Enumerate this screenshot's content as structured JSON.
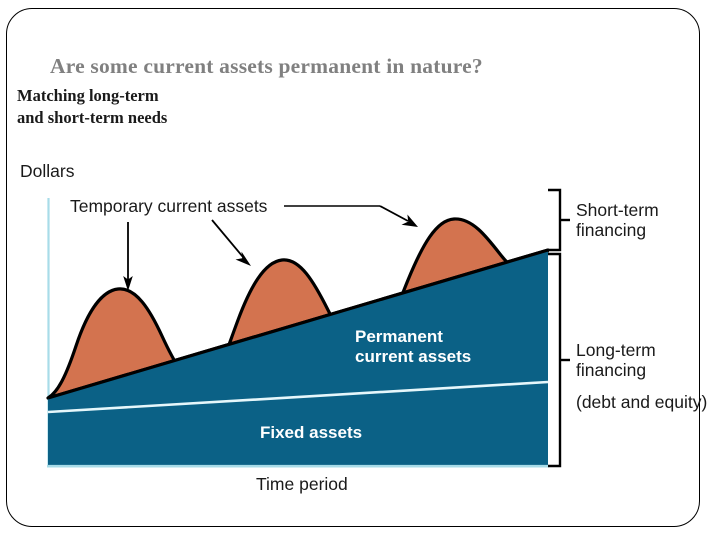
{
  "slide": {
    "title": "Are some current assets permanent in nature?",
    "title_color": "#808080",
    "subtitle_line1": "Matching long-term",
    "subtitle_line2": "and short-term needs",
    "border_color": "#000000"
  },
  "figure": {
    "y_axis_label": "Dollars",
    "x_axis_label": "Time period",
    "callout_temporary": "Temporary current assets",
    "area_permanent_line1": "Permanent",
    "area_permanent_line2": "current assets",
    "area_fixed": "Fixed assets",
    "bracket_short_line1": "Short-term",
    "bracket_short_line2": "financing",
    "bracket_long_line1": "Long-term",
    "bracket_long_line2": "financing",
    "bracket_long_line3": "(debt and equity)",
    "colors": {
      "temporary_assets_fill": "#d3734f",
      "permanent_assets_fill": "#0b6186",
      "fixed_assets_fill": "#0b6186",
      "axis_line": "#a8dce8",
      "outline": "#000000",
      "divider_line": "#e6f7fb"
    }
  },
  "chart_data": {
    "type": "area",
    "title": "Matching long-term and short-term needs",
    "xlabel": "Time period",
    "ylabel": "Dollars",
    "grid": false,
    "legend": "inline-annotations",
    "x": [
      0,
      1,
      2,
      3,
      4,
      5,
      6,
      7,
      8,
      9,
      10
    ],
    "series": [
      {
        "name": "Fixed assets",
        "type": "area",
        "color": "#0b6186",
        "values": [
          64,
          66,
          68,
          70,
          72,
          74,
          76,
          78,
          80,
          82,
          84
        ]
      },
      {
        "name": "Permanent current assets",
        "type": "area",
        "color": "#0b6186",
        "values": [
          100,
          115,
          130,
          145,
          160,
          175,
          190,
          205,
          220,
          235,
          250
        ]
      },
      {
        "name": "Temporary current assets",
        "type": "area",
        "color": "#d3734f",
        "values": [
          100,
          180,
          215,
          155,
          175,
          285,
          310,
          215,
          255,
          380,
          250
        ],
        "note": "Three cyclical humps riding on top of the permanent current assets line"
      }
    ],
    "annotations": [
      {
        "text": "Temporary current assets",
        "target": "hump-1",
        "arrow": "down"
      },
      {
        "text": "Temporary current assets",
        "target": "hump-2",
        "arrow": "diagonal"
      },
      {
        "text": "Temporary current assets",
        "target": "hump-3",
        "arrow": "diagonal"
      },
      {
        "text": "Short-term financing",
        "bracket": "top-right"
      },
      {
        "text": "Long-term financing (debt and equity)",
        "bracket": "bottom-right"
      }
    ],
    "axis_ranges": {
      "x": [
        0,
        10
      ],
      "y": [
        0,
        400
      ]
    }
  }
}
